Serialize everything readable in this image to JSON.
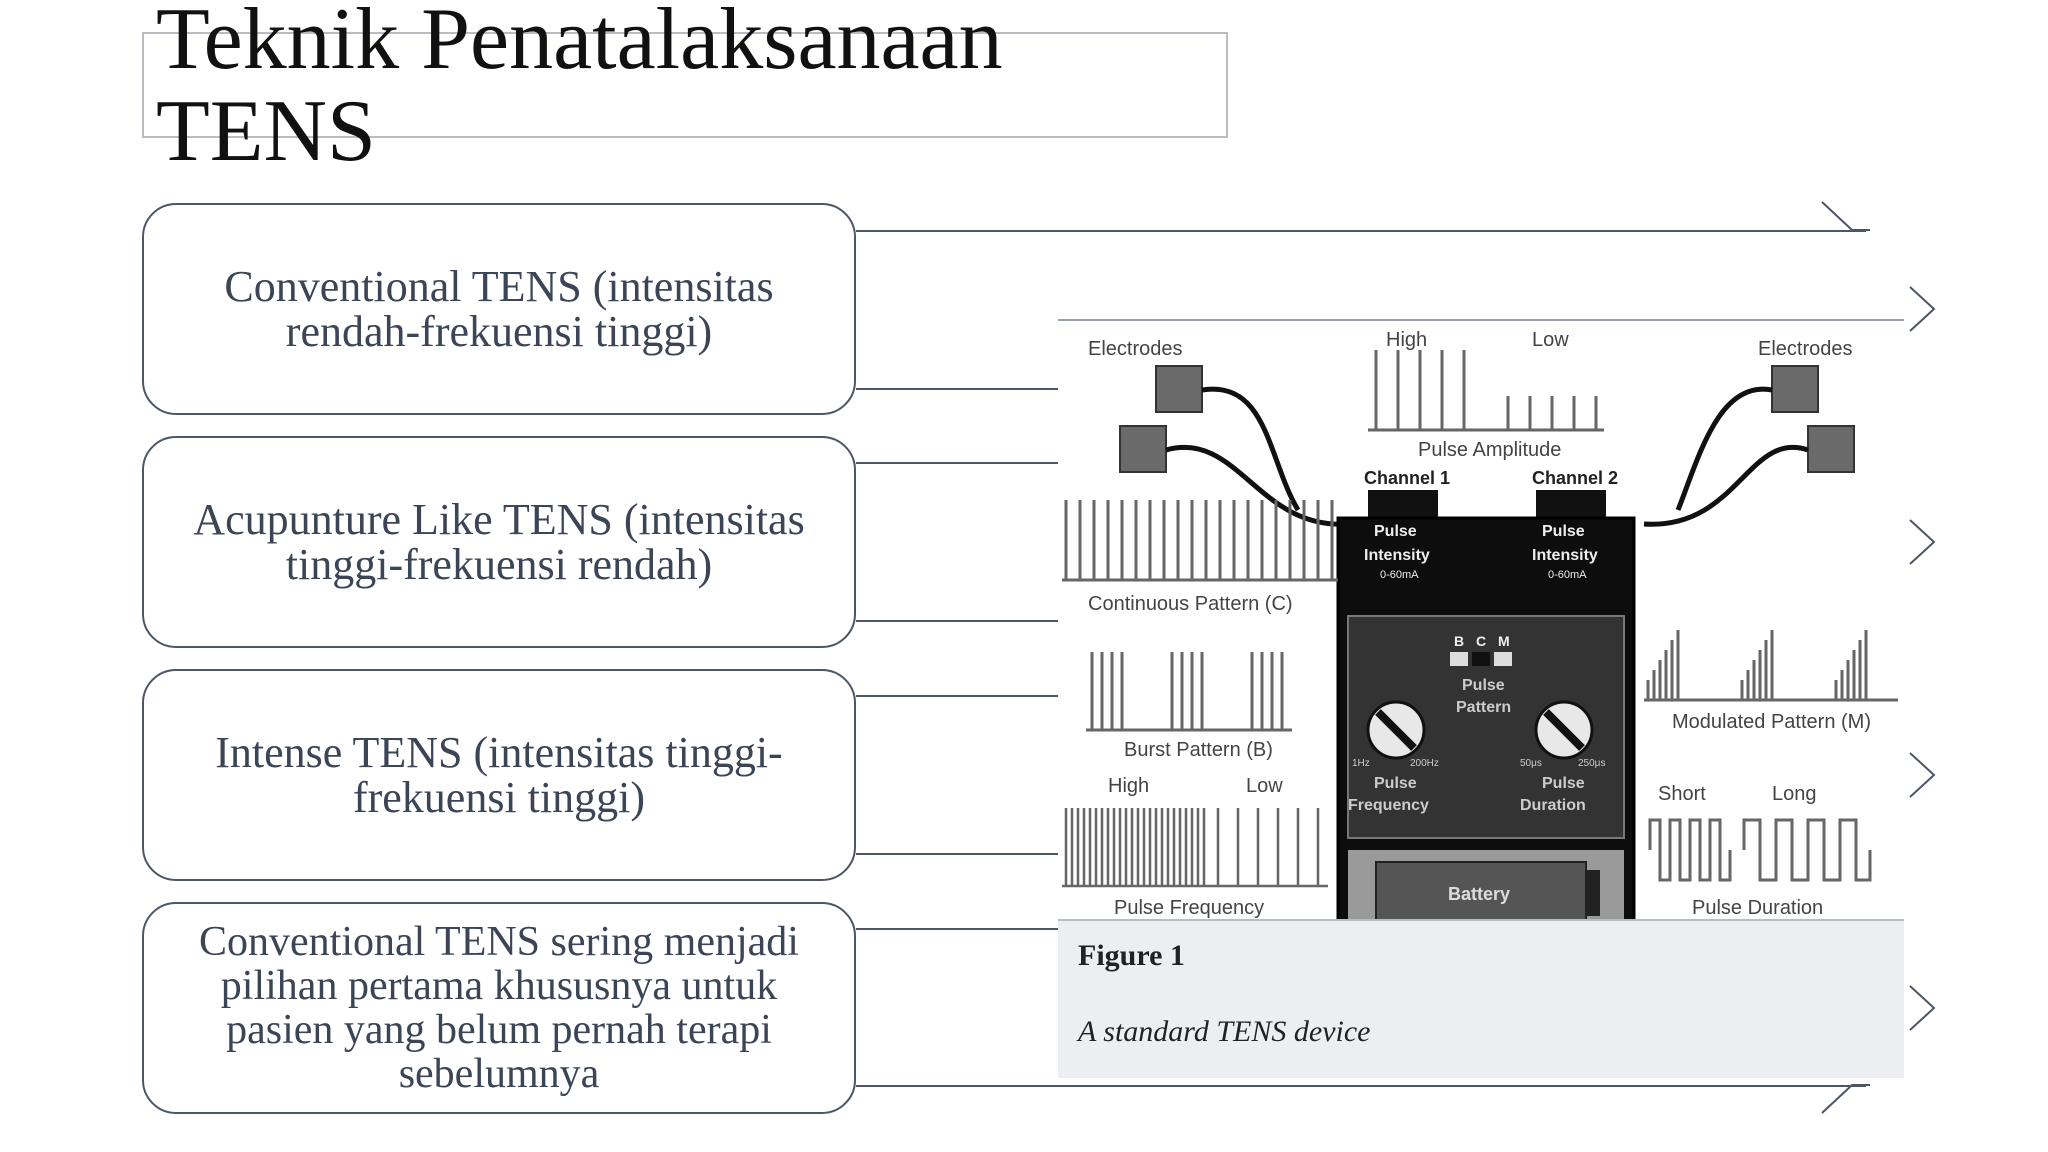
{
  "slide": {
    "title_line1": "Teknik Penatalaksanaan",
    "title_line2": "TENS",
    "items": [
      {
        "text": "Conventional TENS (intensitas rendah-frekuensi tinggi)"
      },
      {
        "text": "Acupunture Like TENS (intensitas tinggi-frekuensi rendah)"
      },
      {
        "text": "Intense TENS (intensitas tinggi-frekuensi tinggi)"
      },
      {
        "text": "Conventional TENS sering menjadi pilihan pertama khususnya untuk pasien yang belum pernah terapi sebelumnya"
      }
    ]
  },
  "figure": {
    "electrodes_left": "Electrodes",
    "electrodes_right": "Electrodes",
    "amp_high": "High",
    "amp_low": "Low",
    "pulse_amplitude": "Pulse Amplitude",
    "channel1": "Channel 1",
    "channel2": "Channel 2",
    "pulse": "Pulse",
    "intensity": "Intensity",
    "intensity_range": "0-60mA",
    "continuous_pattern": "Continuous Pattern (C)",
    "burst_pattern": "Burst Pattern (B)",
    "modulated_pattern": "Modulated Pattern (M)",
    "pattern_b": "B",
    "pattern_c": "C",
    "pattern_m": "M",
    "pattern_label1": "Pulse",
    "pattern_label2": "Pattern",
    "freq_min": "1Hz",
    "freq_max": "200Hz",
    "dur_min": "50μs",
    "dur_max": "250μs",
    "freq_label1": "Pulse",
    "freq_label2": "Frequency",
    "dur_label1": "Pulse",
    "dur_label2": "Duration",
    "freq_high": "High",
    "freq_low": "Low",
    "pulse_frequency": "Pulse Frequency",
    "short": "Short",
    "long": "Long",
    "pulse_duration": "Pulse Duration",
    "battery": "Battery",
    "caption_fig": "Figure 1",
    "caption_text": "A standard TENS device"
  }
}
